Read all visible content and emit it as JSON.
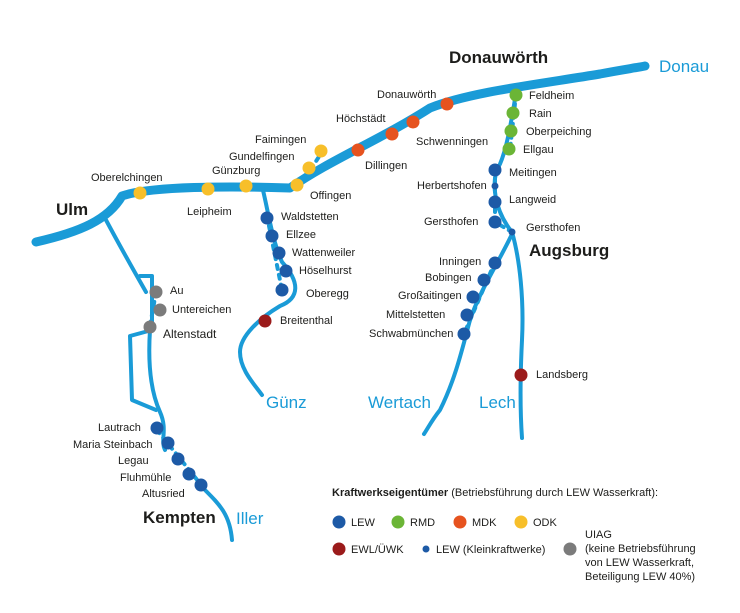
{
  "colors": {
    "river": "#1a9bd7",
    "lew": "#1d5aa6",
    "rmd": "#6bb536",
    "mdk": "#e6531f",
    "odk": "#f7bf2a",
    "ewl": "#9b1b1b",
    "uiag": "#7b7b7b"
  },
  "cities": {
    "ulm": "Ulm",
    "kempten": "Kempten",
    "augsburg": "Augsburg",
    "donauwoerth": "Donauwörth"
  },
  "rivers": {
    "donau": "Donau",
    "iller": "Iller",
    "guenz": "Günz",
    "wertach": "Wertach",
    "lech": "Lech"
  },
  "plants": {
    "oberelchingen": "Oberelchingen",
    "leipheim": "Leipheim",
    "guenzburg": "Günzburg",
    "gundelfingen": "Gundelfingen",
    "faimingen": "Faimingen",
    "offingen": "Offingen",
    "dillingen": "Dillingen",
    "hoechstaedt": "Höchstädt",
    "schwenningen": "Schwenningen",
    "donauwoerth": "Donauwörth",
    "feldheim": "Feldheim",
    "rain": "Rain",
    "oberpeiching": "Oberpeiching",
    "ellgau": "Ellgau",
    "meitingen": "Meitingen",
    "herbertshofen": "Herbertshofen",
    "langweid": "Langweid",
    "gersthofen_w": "Gersthofen",
    "gersthofen_l": "Gersthofen",
    "inningen": "Inningen",
    "bobingen": "Bobingen",
    "grossaitingen": "Großaitingen",
    "mittelstetten": "Mittelstetten",
    "schwabmuenchen": "Schwabmünchen",
    "landsberg": "Landsberg",
    "waldstetten": "Waldstetten",
    "ellzee": "Ellzee",
    "wattenweiler": "Wattenweiler",
    "hoeselhurst": "Höselhurst",
    "oberegg": "Oberegg",
    "breitenthal": "Breitenthal",
    "au": "Au",
    "untereichen": "Untereichen",
    "altenstadt": "Altenstadt",
    "lautrach": "Lautrach",
    "maria_steinbach": "Maria Steinbach",
    "legau": "Legau",
    "fluhmuehle": "Fluhmühle",
    "altusried": "Altusried"
  },
  "legend": {
    "title_bold": "Kraftwerkseigentümer",
    "title_rest": " (Betriebsführung durch LEW Wasserkraft):",
    "lew": "LEW",
    "rmd": "RMD",
    "mdk": "MDK",
    "odk": "ODK",
    "ewl": "EWL/ÜWK",
    "lew_small": "LEW (Kleinkraftwerke)",
    "uiag_1": "UIAG",
    "uiag_2": "(keine Betriebsführung",
    "uiag_3": "von LEW Wasserkraft,",
    "uiag_4": "Beteiligung LEW 40%)"
  }
}
